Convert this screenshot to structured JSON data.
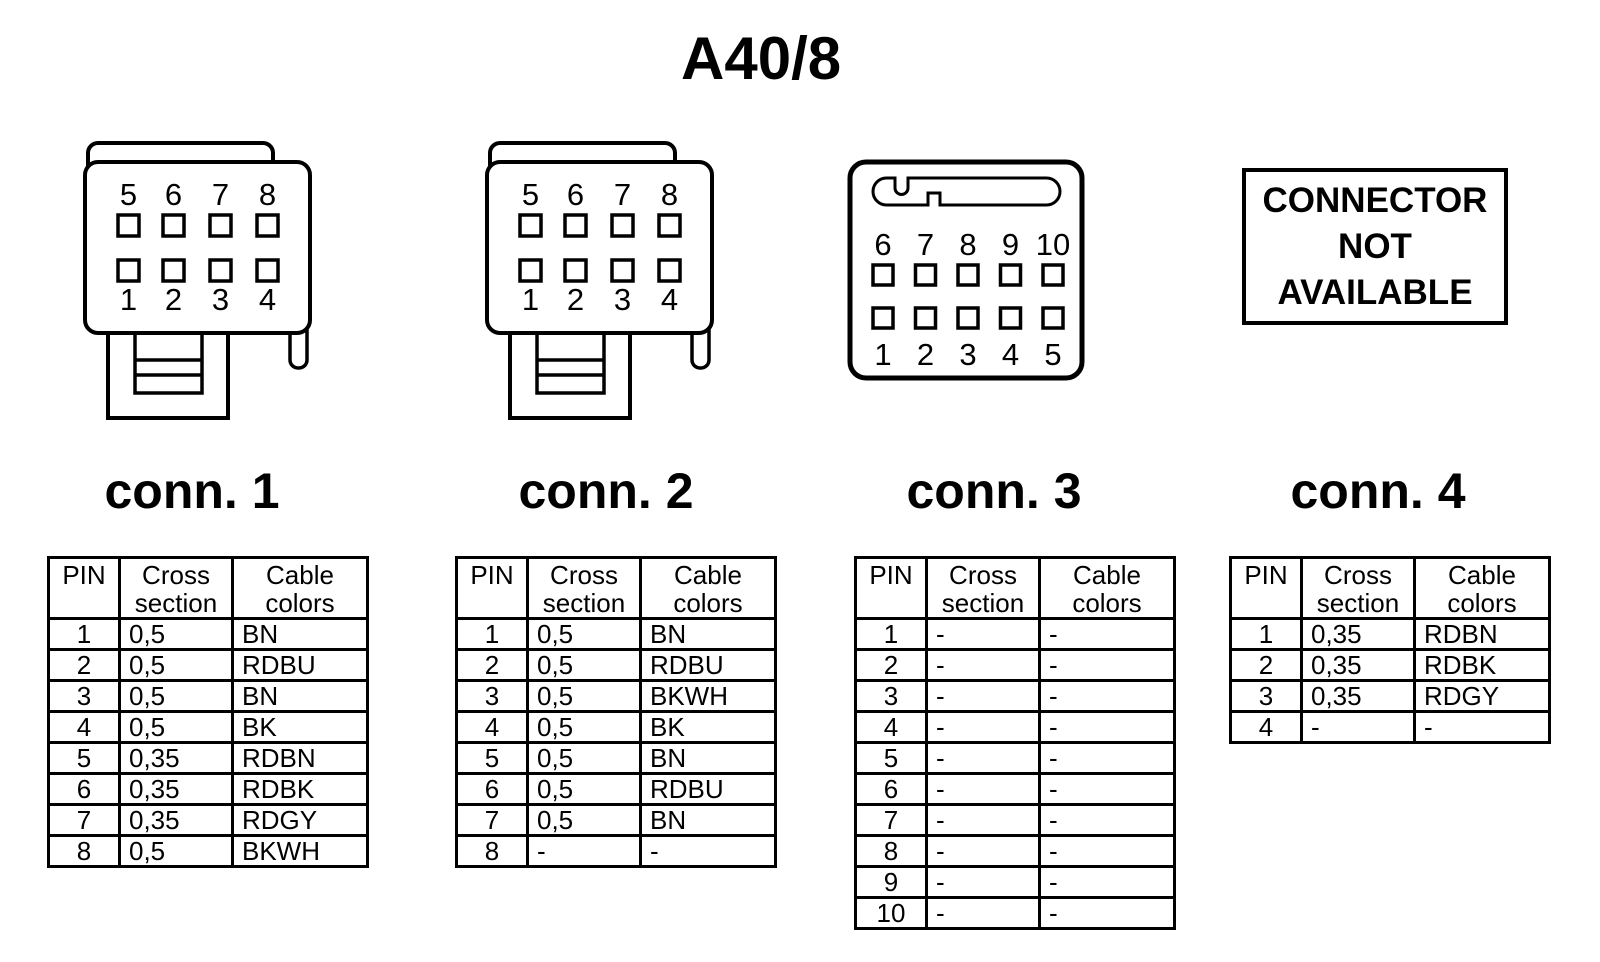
{
  "title": "A40/8",
  "colors": {
    "ink": "#000000",
    "paper": "#ffffff"
  },
  "connectors": [
    {
      "label": "conn. 1",
      "diagram": {
        "type": "plug-2x4",
        "top_pins": [
          "5",
          "6",
          "7",
          "8"
        ],
        "bottom_pins": [
          "1",
          "2",
          "3",
          "4"
        ]
      },
      "table": {
        "columns": [
          "PIN",
          "Cross section",
          "Cable colors"
        ],
        "rows": [
          [
            "1",
            "0,5",
            "BN"
          ],
          [
            "2",
            "0,5",
            "RDBU"
          ],
          [
            "3",
            "0,5",
            "BN"
          ],
          [
            "4",
            "0,5",
            "BK"
          ],
          [
            "5",
            "0,35",
            "RDBN"
          ],
          [
            "6",
            "0,35",
            "RDBK"
          ],
          [
            "7",
            "0,35",
            "RDGY"
          ],
          [
            "8",
            "0,5",
            "BKWH"
          ]
        ]
      }
    },
    {
      "label": "conn. 2",
      "diagram": {
        "type": "plug-2x4",
        "top_pins": [
          "5",
          "6",
          "7",
          "8"
        ],
        "bottom_pins": [
          "1",
          "2",
          "3",
          "4"
        ]
      },
      "table": {
        "columns": [
          "PIN",
          "Cross section",
          "Cable colors"
        ],
        "rows": [
          [
            "1",
            "0,5",
            "BN"
          ],
          [
            "2",
            "0,5",
            "RDBU"
          ],
          [
            "3",
            "0,5",
            "BKWH"
          ],
          [
            "4",
            "0,5",
            "BK"
          ],
          [
            "5",
            "0,5",
            "BN"
          ],
          [
            "6",
            "0,5",
            "RDBU"
          ],
          [
            "7",
            "0,5",
            "BN"
          ],
          [
            "8",
            "-",
            "-"
          ]
        ]
      }
    },
    {
      "label": "conn. 3",
      "diagram": {
        "type": "socket-2x5",
        "top_pins": [
          "6",
          "7",
          "8",
          "9",
          "10"
        ],
        "bottom_pins": [
          "1",
          "2",
          "3",
          "4",
          "5"
        ]
      },
      "table": {
        "columns": [
          "PIN",
          "Cross section",
          "Cable colors"
        ],
        "rows": [
          [
            "1",
            "-",
            "-"
          ],
          [
            "2",
            "-",
            "-"
          ],
          [
            "3",
            "-",
            "-"
          ],
          [
            "4",
            "-",
            "-"
          ],
          [
            "5",
            "-",
            "-"
          ],
          [
            "6",
            "-",
            "-"
          ],
          [
            "7",
            "-",
            "-"
          ],
          [
            "8",
            "-",
            "-"
          ],
          [
            "9",
            "-",
            "-"
          ],
          [
            "10",
            "-",
            "-"
          ]
        ]
      }
    },
    {
      "label": "conn. 4",
      "diagram": {
        "type": "not-available",
        "message": "CONNECTOR NOT AVAILABLE"
      },
      "table": {
        "columns": [
          "PIN",
          "Cross section",
          "Cable colors"
        ],
        "rows": [
          [
            "1",
            "0,35",
            "RDBN"
          ],
          [
            "2",
            "0,35",
            "RDBK"
          ],
          [
            "3",
            "0,35",
            "RDGY"
          ],
          [
            "4",
            "-",
            "-"
          ]
        ]
      }
    }
  ]
}
